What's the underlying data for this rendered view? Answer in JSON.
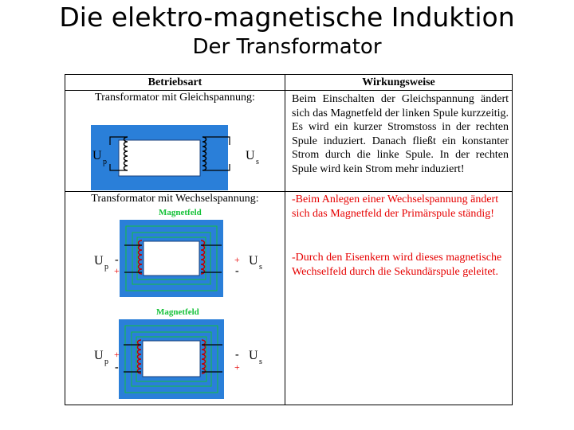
{
  "title": "Die elektro-magnetische Induktion",
  "subtitle": "Der Transformator",
  "table": {
    "header_left": "Betriebsart",
    "header_right": "Wirkungsweise",
    "rows": [
      {
        "mode": "Transformator mit Gleichspannung:",
        "description": "Beim Einschalten der Gleichspannung ändert sich das Magnetfeld der linken Spule kurzzeitig. Es wird ein kurzer Stromstoss in der rechten Spule induziert. Danach fließt ein konstanter Strom durch die linke Spule. In der rechten Spule wird kein Strom mehr induziert!"
      },
      {
        "mode": "Transformator mit Wechselspannung:",
        "description_1": "-Beim Anlegen einer Wechselspannung ändert sich das Magnetfeld der Primärspule ständig!",
        "description_2": "-Durch den Eisenkern wird dieses magnetische Wechselfeld durch die Sekundärspule geleitet."
      }
    ]
  },
  "diagram": {
    "label_up": "U",
    "label_up_sub": "p",
    "label_us": "U",
    "label_us_sub": "s",
    "magnetfeld": "Magnetfeld",
    "plus": "+",
    "minus": "-",
    "core_color": "#2a7fd9",
    "field_line_color": "#16c23a",
    "coil_color": "#000000",
    "accent_red": "#e60000"
  }
}
